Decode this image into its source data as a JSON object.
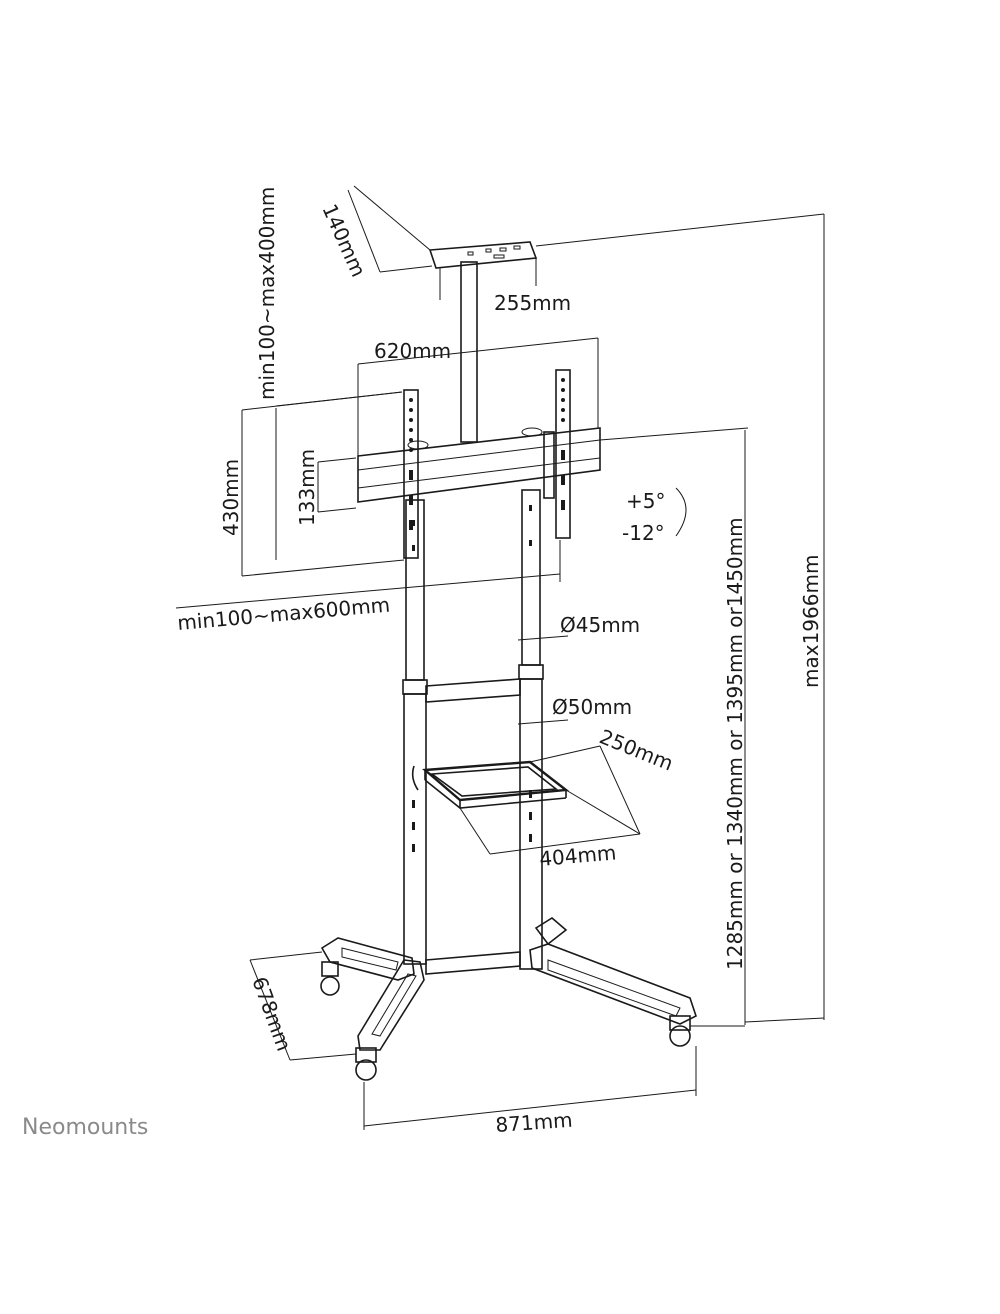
{
  "brand": "Neomounts",
  "dimensions": {
    "shelf_depth_top": "140mm",
    "height_adjust_top": "min100~max400mm",
    "shelf_width_top": "255mm",
    "bracket_width": "620mm",
    "bracket_height": "430mm",
    "bar_height": "133mm",
    "tilt_up": "+5°",
    "tilt_down": "-12°",
    "vesa_width": "min100~max600mm",
    "pole_upper_diameter": "Ø45mm",
    "pole_lower_diameter": "Ø50mm",
    "shelf_depth_lower": "250mm",
    "shelf_width_lower": "404mm",
    "center_height": "1285mm or 1340mm or 1395mm or1450mm",
    "max_height": "max1966mm",
    "base_depth": "678mm",
    "base_width": "871mm"
  }
}
